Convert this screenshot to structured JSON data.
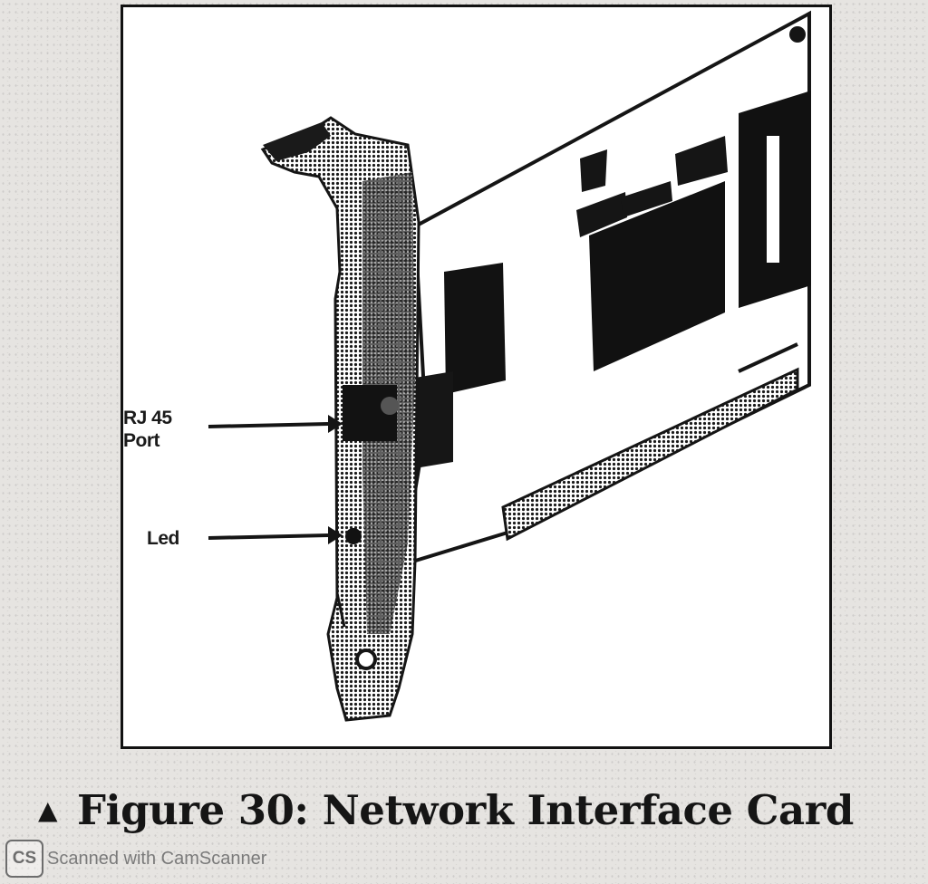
{
  "figure": {
    "callouts": {
      "rj45_line1": "RJ 45",
      "rj45_line2": "Port",
      "led": "Led"
    },
    "caption": {
      "marker": "▲",
      "text": "Figure 30: Network Interface Card"
    }
  },
  "watermark": {
    "logo": "CS",
    "text": "Scanned with CamScanner"
  },
  "colors": {
    "ink": "#151515",
    "paper": "#e6e4e1"
  }
}
